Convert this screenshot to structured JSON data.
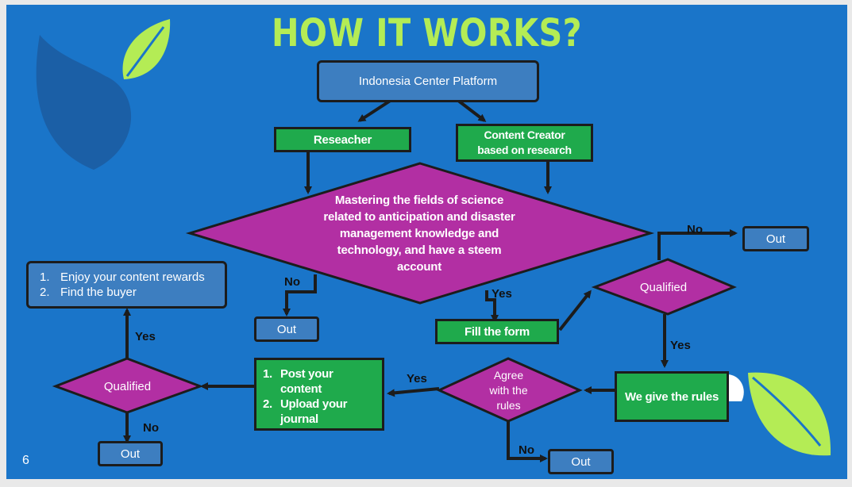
{
  "title": "HOW IT WORKS?",
  "page_number": "6",
  "colors": {
    "background": "#1a75c9",
    "title": "#b4ec55",
    "process_box": "#1faa4c",
    "terminal_box": "#3d7ec0",
    "decision": "#b22fa3",
    "arrow": "#1c1c1c",
    "leaf_light": "#b4ec55",
    "leaf_dark": "#1b5fa6"
  },
  "icons": [
    "leaf-icon"
  ],
  "nodes": {
    "platform": "Indonesia Center Platform",
    "researcher": "Reseacher",
    "creator_line1": "Content Creator",
    "creator_line2": "based on research",
    "mastering": [
      "Mastering the fields of science",
      "related to anticipation and disaster",
      "management knowledge and",
      "technology, and have a steem",
      "account"
    ],
    "out_1": "Out",
    "fill_form": "Fill the form",
    "qualified_1": "Qualified",
    "out_2": "Out",
    "rules": "We give the rules",
    "agree": [
      "Agree",
      "with the",
      "rules"
    ],
    "out_3": "Out",
    "post": {
      "items": [
        {
          "num": "1.",
          "lines": [
            "Post your",
            "content"
          ]
        },
        {
          "num": "2.",
          "lines": [
            "Upload your",
            "journal"
          ]
        }
      ]
    },
    "qualified_2": "Qualified",
    "out_4": "Out",
    "rewards": {
      "items": [
        {
          "num": "1.",
          "text": "Enjoy your content rewards"
        },
        {
          "num": "2.",
          "text": "Find the buyer"
        }
      ]
    }
  },
  "edge_labels": {
    "no_mastering": "No",
    "yes_mastering": "Yes",
    "no_qualified_1": "No",
    "yes_qualified_1": "Yes",
    "yes_agree": "Yes",
    "no_agree": "No",
    "yes_qualified_2": "Yes",
    "no_qualified_2": "No"
  }
}
